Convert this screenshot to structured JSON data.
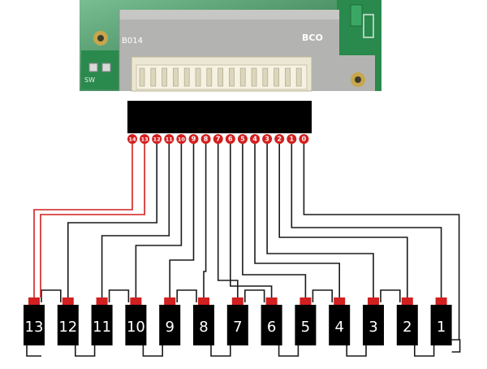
{
  "board": {
    "label_left": "B014",
    "label_right": "BCO",
    "label_sw": "SW",
    "colors": {
      "pcb": "#2f9a56",
      "shield": "#b5b5b2",
      "connector": "#ece7d2",
      "ground": "#ffffff"
    }
  },
  "connector": {
    "pins": [
      "14",
      "13",
      "12",
      "11",
      "10",
      "9",
      "8",
      "7",
      "6",
      "5",
      "4",
      "3",
      "2",
      "1",
      "0"
    ],
    "pin_color": "#d21f1f",
    "body_color": "#000000"
  },
  "cells": [
    "13",
    "12",
    "11",
    "10",
    "9",
    "8",
    "7",
    "6",
    "5",
    "4",
    "3",
    "2",
    "1"
  ],
  "wires": {
    "red_color": "#d21f1f",
    "black_color": "#1a1a1a"
  }
}
